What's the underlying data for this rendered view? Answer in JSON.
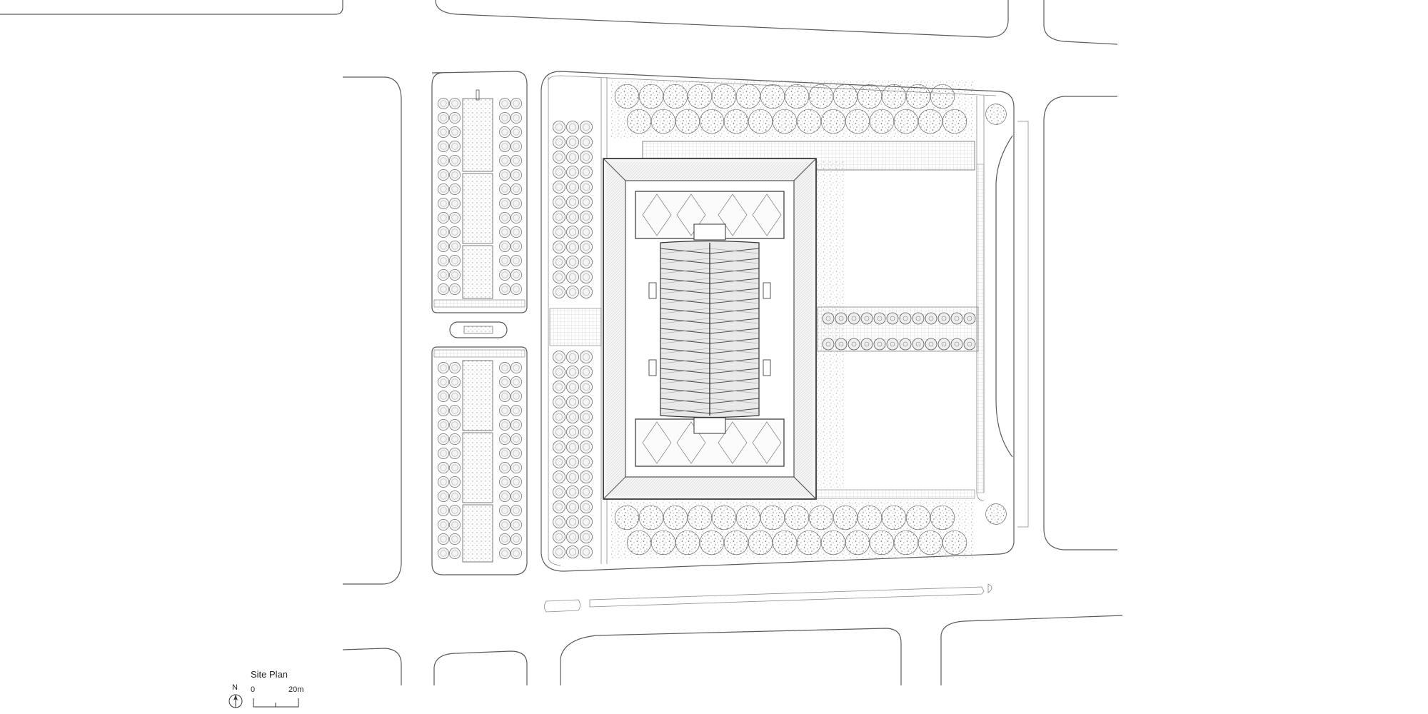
{
  "plan_title": "Site Plan",
  "north_arrow_label": "N",
  "scale_bar": {
    "start_label": "0",
    "end_label": "20m"
  },
  "colors": {
    "line": "#5a5a5a",
    "tree_fill": "#e6e6e6",
    "paving": "#d9d9d9",
    "roof": "#f2f2f2"
  }
}
